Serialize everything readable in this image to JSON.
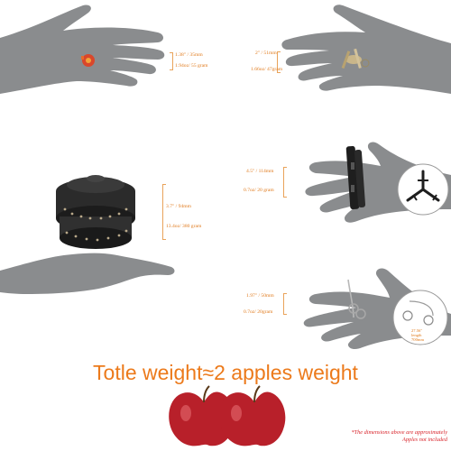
{
  "items": [
    {
      "name": "gas-canister-adapter",
      "dimension": "1.38\" / 35mm",
      "weight": "1.94oz/ 55 gram"
    },
    {
      "name": "spork-set",
      "dimension": "2\" / 51mm",
      "weight": "1.66oz/ 47gram"
    },
    {
      "name": "cookware-set",
      "dimension": "3.7\" / 94mm",
      "weight": "13.4oz/ 380 gram"
    },
    {
      "name": "pot-stand",
      "dimension": "4.5\" / 114mm",
      "weight": "0.7oz/ 20 gram"
    },
    {
      "name": "wire-saw",
      "dimension": "1.97\" / 50mm",
      "weight": "0.7oz/ 20gram"
    }
  ],
  "wire_saw_note": "27.56\" length 700mm",
  "headline": "Totle weight≈2 apples weight",
  "footnote": {
    "line1": "*The dimensions above are approximately",
    "line2": "Apples not included"
  },
  "colors": {
    "accent": "#ec7a1b",
    "hand": "#8a8c8e",
    "apple": "#b8202a",
    "footnote": "#d8232a"
  }
}
